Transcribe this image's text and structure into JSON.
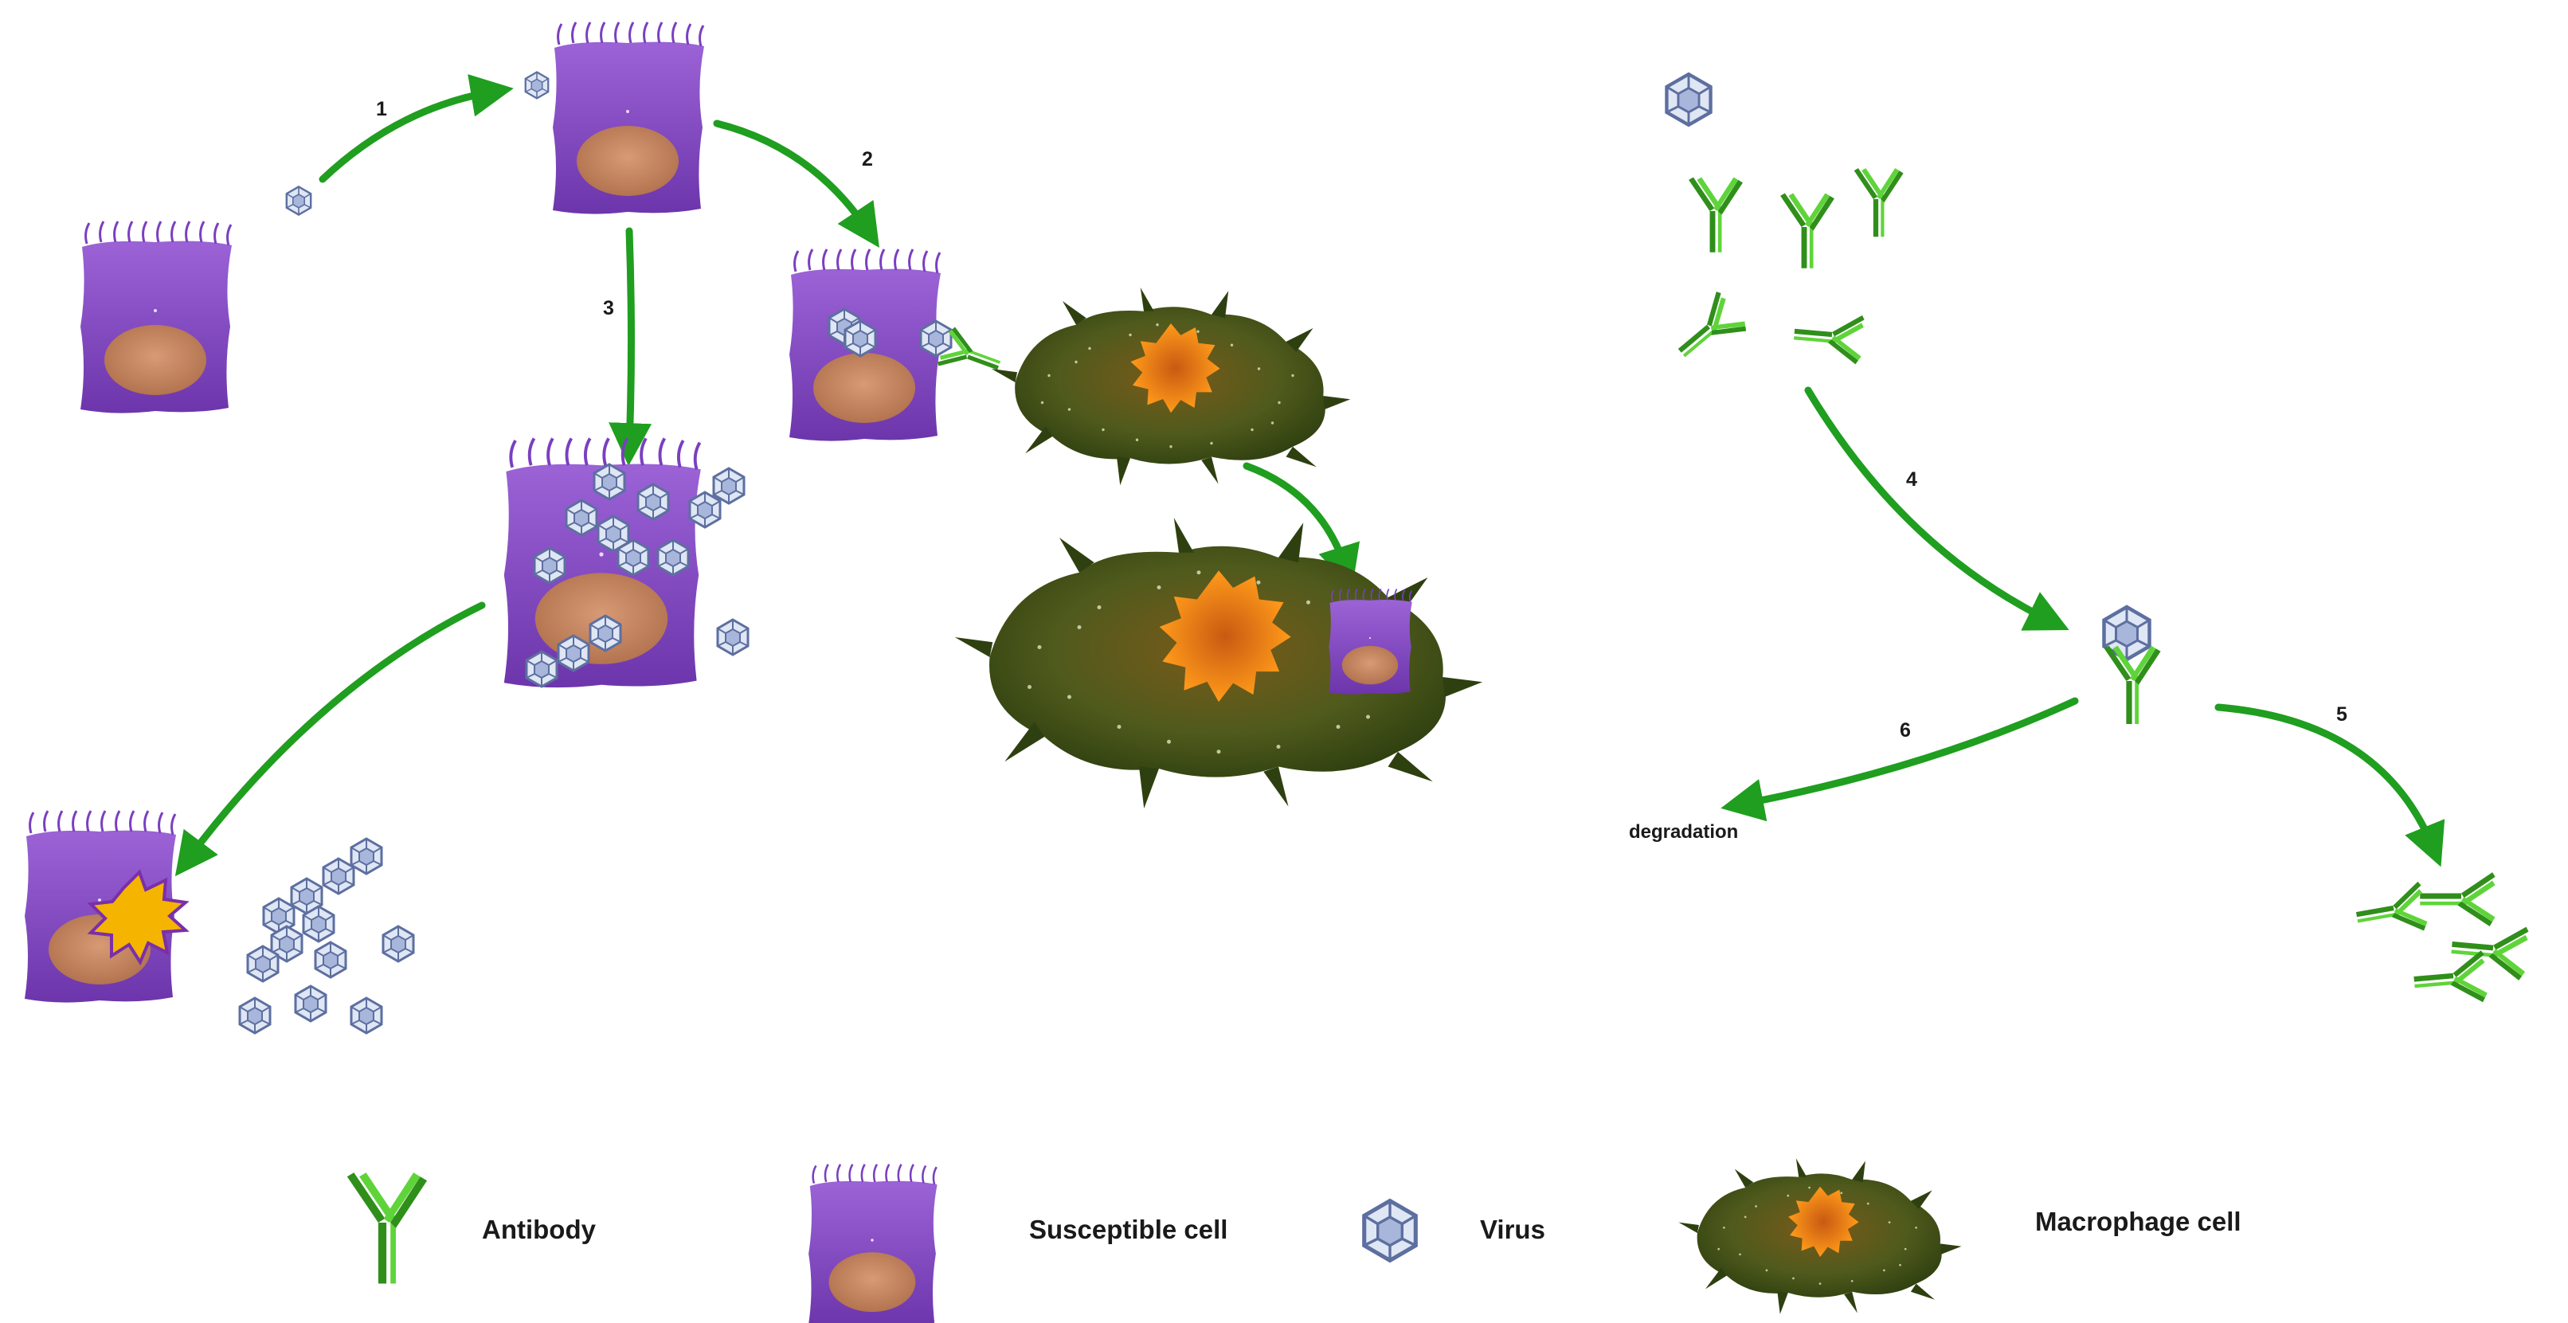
{
  "steps": {
    "s1": "1",
    "s2": "2",
    "s3": "3",
    "s4": "4",
    "s5": "5",
    "s6": "6"
  },
  "labels": {
    "degradation": "degradation"
  },
  "legend": {
    "antibody": "Antibody",
    "susceptible_cell": "Susceptible cell",
    "virus": "Virus",
    "macrophage_cell": "Macrophage cell"
  },
  "colors": {
    "arrow": "#1f9e1f",
    "cell": "#8a4fc4",
    "nucleus": "#c98a66",
    "macrophage": "#556b1f",
    "macrophage_core": "#f08a1a",
    "antibody": "#44c42a",
    "virus": "#8fa6cf",
    "lysis_burst": "#f4b400"
  }
}
